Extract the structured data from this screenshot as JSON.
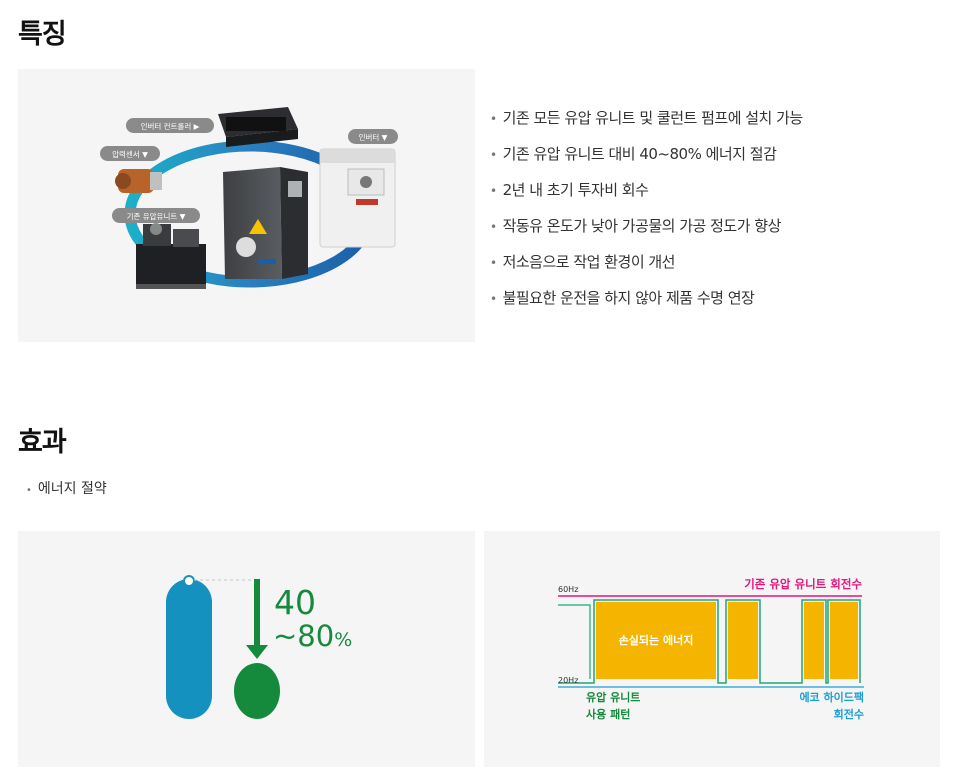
{
  "features": {
    "title": "특징",
    "callouts": {
      "controller": "인버터 컨트롤러 ▶",
      "pressure_sensor": "압력센서 ▼",
      "inverter": "인버터 ▼",
      "existing_unit": "기존 유압유니트 ▼"
    },
    "items": [
      "기존 모든 유압 유니트 및 쿨런트 펌프에 설치 가능",
      "기존 유압 유니트 대비 40~80% 에너지 절감",
      "2년 내 초기 투자비 회수",
      "작동유 온도가 낮아 가공물의 가공 정도가 향상",
      "저소음으로 작업 환경이 개선",
      "불필요한 운전을 하지 않아 제품 수명 연장"
    ],
    "bullet_glyph": "•"
  },
  "effects": {
    "title": "효과",
    "bullet": "에너지 절약",
    "savings_line1": "40",
    "savings_line2": "~80",
    "savings_unit": "%",
    "chart": {
      "y_high_label": "60Hz",
      "y_low_label": "20Hz",
      "existing_label": "기존 유압 유니트 회전수",
      "lost_energy_label": "손실되는 에너지",
      "usage_pattern_line1": "유압 유니트",
      "usage_pattern_line2": "사용 패턴",
      "eco_line1": "에코 하이드팩",
      "eco_line2": "회전수"
    }
  },
  "colors": {
    "blue": "#1591bf",
    "green": "#168a3c",
    "orange": "#f5b400",
    "magenta": "#e4157c",
    "teal": "#1fa77a",
    "cyan": "#1a9fd1"
  }
}
